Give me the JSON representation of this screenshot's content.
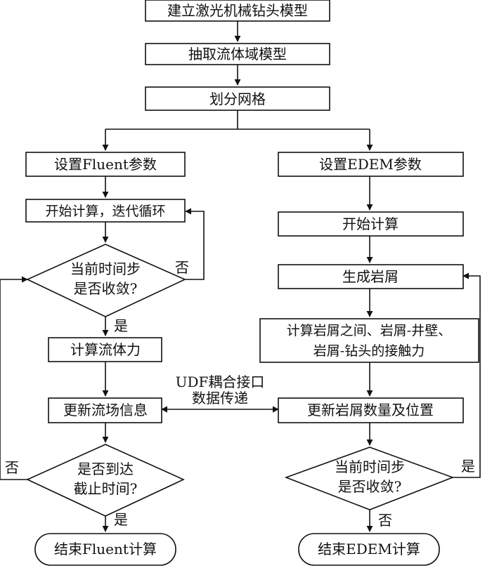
{
  "nodes": {
    "build_model": "建立激光机械钻头模型",
    "extract_fluid": "抽取流体域模型",
    "mesh": "划分网格",
    "fluent_params": "设置Fluent参数",
    "edem_params": "设置EDEM参数",
    "fluent_start": "开始计算，迭代循环",
    "edem_start": "开始计算",
    "fluent_converge": [
      "当前时间步",
      "是否收敛?"
    ],
    "generate_cuttings": "生成岩屑",
    "contact_force": [
      "计算岩屑之间、岩屑-井壁、",
      "岩屑-钻头的接触力"
    ],
    "fluid_force": "计算流体力",
    "update_flow": "更新流场信息",
    "update_cuttings": "更新岩屑数量及位置",
    "reach_end_time": [
      "是否到达",
      "截止时间?"
    ],
    "edem_converge": [
      "当前时间步",
      "是否收敛?"
    ],
    "end_fluent": "结束Fluent计算",
    "end_edem": "结束EDEM计算"
  },
  "edge_labels": {
    "no": "否",
    "yes": "是"
  },
  "coupling": [
    "UDF耦合接口",
    "数据传递"
  ]
}
